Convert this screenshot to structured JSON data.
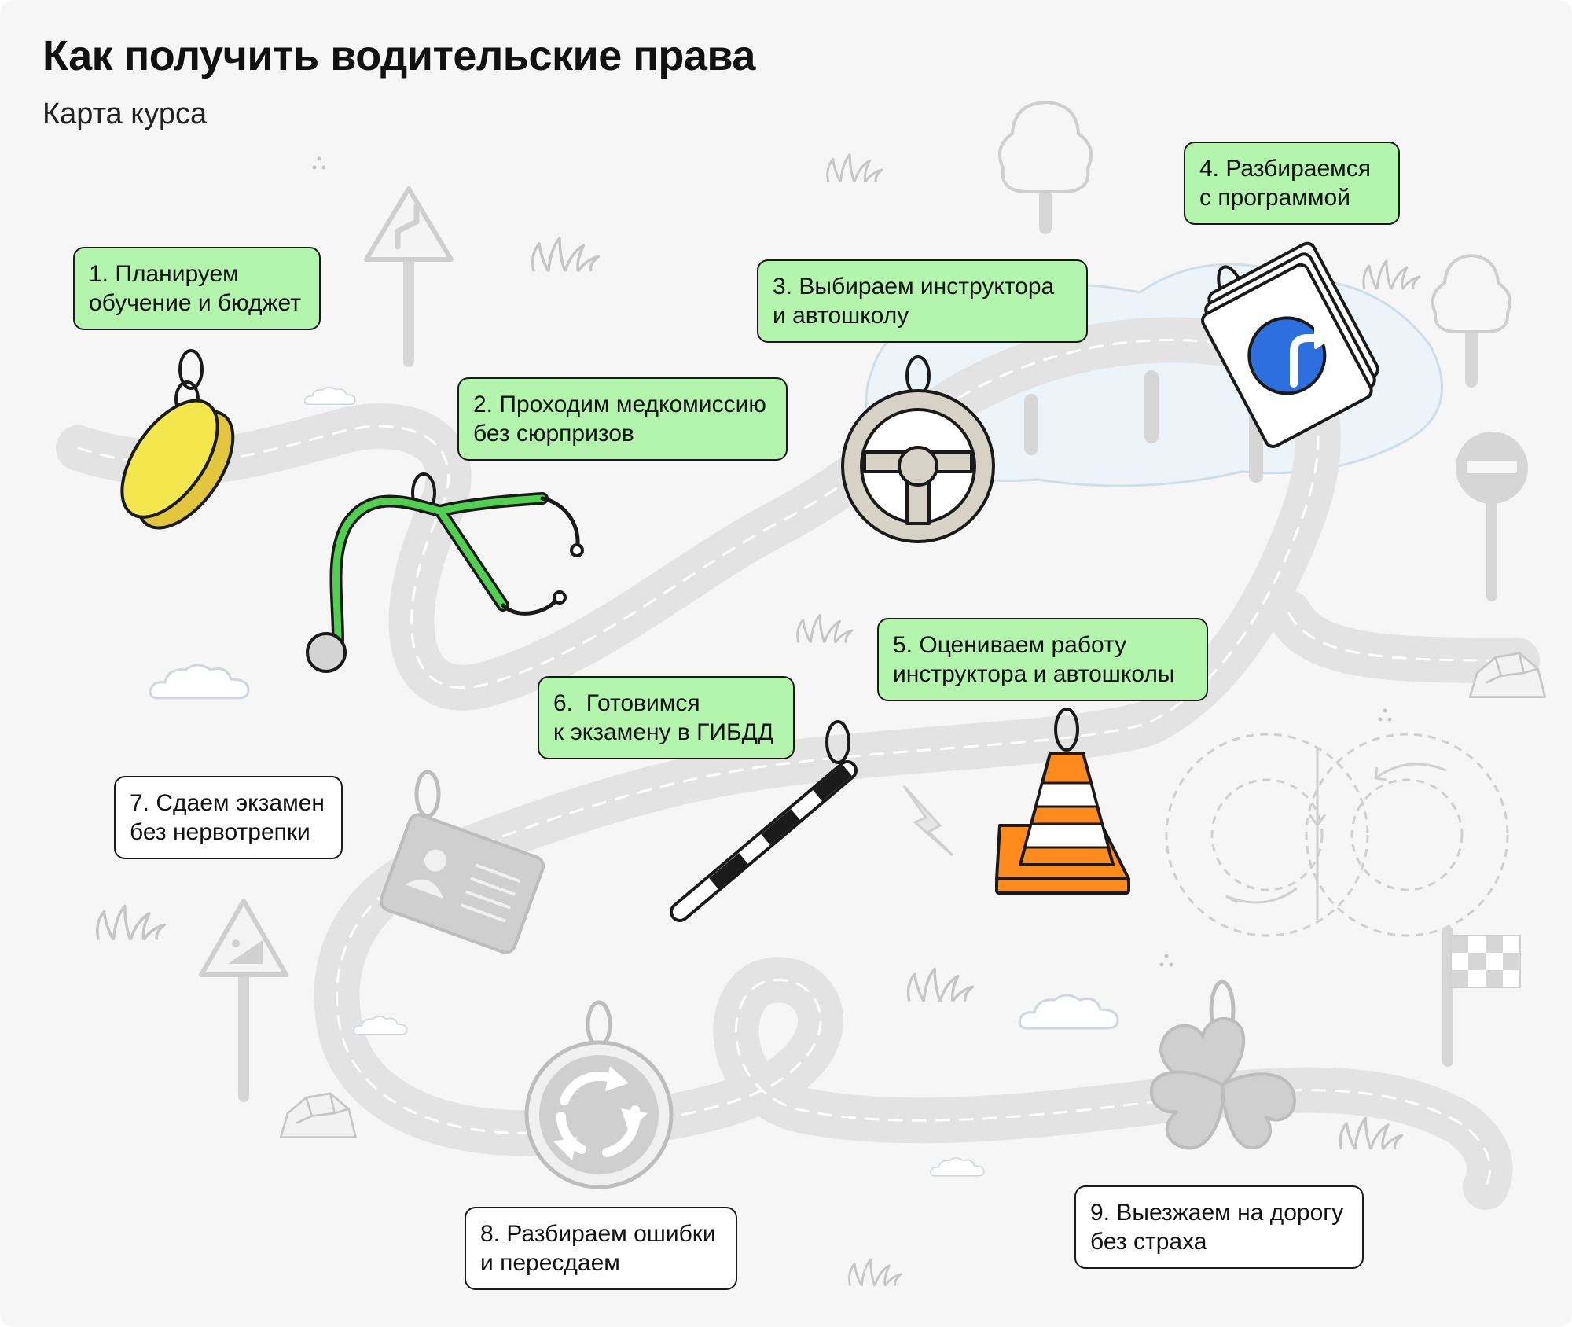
{
  "title": "Как получить водительские права",
  "subtitle": "Карта курса",
  "colors": {
    "background": "#f6f6f6",
    "done_step": "#b3f5ad",
    "todo_step": "#ffffff",
    "road": "#e3e3e3",
    "coin": "#f2e14c",
    "stethoscope": "#4fd04f",
    "cone": "#ff8a1e",
    "sign_blue": "#2e6fe0"
  },
  "steps": [
    {
      "number": "1.",
      "lines": [
        "Планируем",
        "обучение и бюджет"
      ],
      "status": "done",
      "icon": "coin-icon"
    },
    {
      "number": "2.",
      "lines": [
        "Проходим медкомиссию",
        "без сюрпризов"
      ],
      "status": "done",
      "icon": "stethoscope-icon"
    },
    {
      "number": "3.",
      "lines": [
        "Выбираем инструктора",
        "и автошколу"
      ],
      "status": "done",
      "icon": "steering-wheel-icon"
    },
    {
      "number": "4.",
      "lines": [
        "Разбираемся",
        "с программой"
      ],
      "status": "done",
      "icon": "road-sign-cards-icon"
    },
    {
      "number": "5.",
      "lines": [
        "Оцениваем работу",
        "инструктора и автошколы"
      ],
      "status": "done",
      "icon": "traffic-cone-icon"
    },
    {
      "number": "6.",
      "lines": [
        "Готовимся",
        "к экзамену в ГИБДД"
      ],
      "status": "done",
      "icon": "traffic-baton-icon"
    },
    {
      "number": "7.",
      "lines": [
        "Сдаем экзамен",
        "без нервотрепки"
      ],
      "status": "todo",
      "icon": "license-card-icon"
    },
    {
      "number": "8.",
      "lines": [
        "Разбираем ошибки",
        "и пересдаем"
      ],
      "status": "todo",
      "icon": "roundabout-sign-icon"
    },
    {
      "number": "9.",
      "lines": [
        "Выезжаем на дорогу",
        "без страха"
      ],
      "status": "todo",
      "icon": "clover-icon"
    }
  ]
}
